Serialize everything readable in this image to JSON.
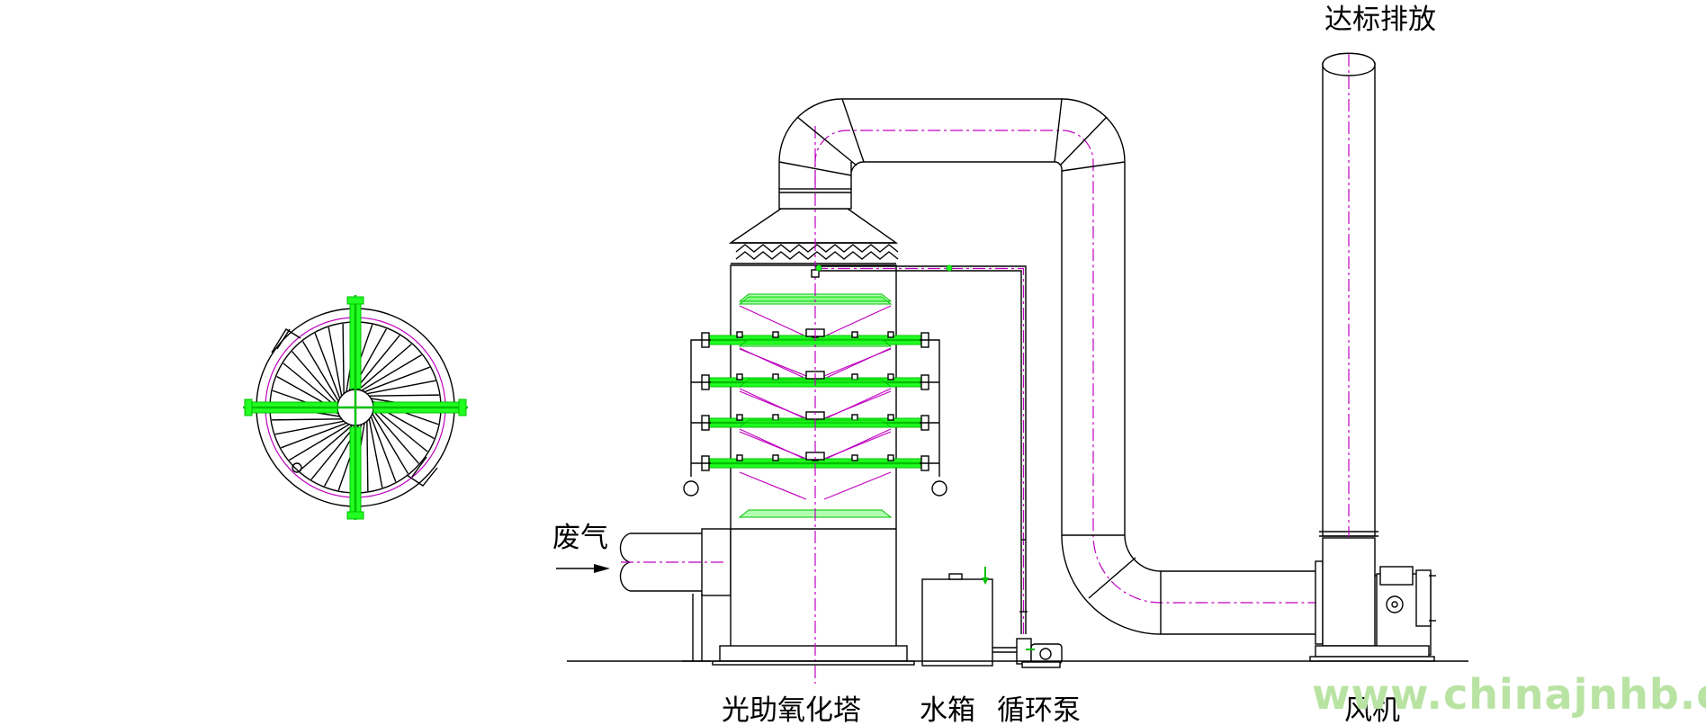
{
  "labels": {
    "discharge": "达标排放",
    "waste_gas": "废气",
    "tower": "光助氧化塔",
    "water_tank": "水箱",
    "pump": "循环泵",
    "fan": "风机"
  },
  "watermark": "www.chinajnhb.com",
  "colors": {
    "line": "#000000",
    "centerline": "#c000c0",
    "nozzle": "#22ff22",
    "watermark": "#b9e3a3"
  }
}
